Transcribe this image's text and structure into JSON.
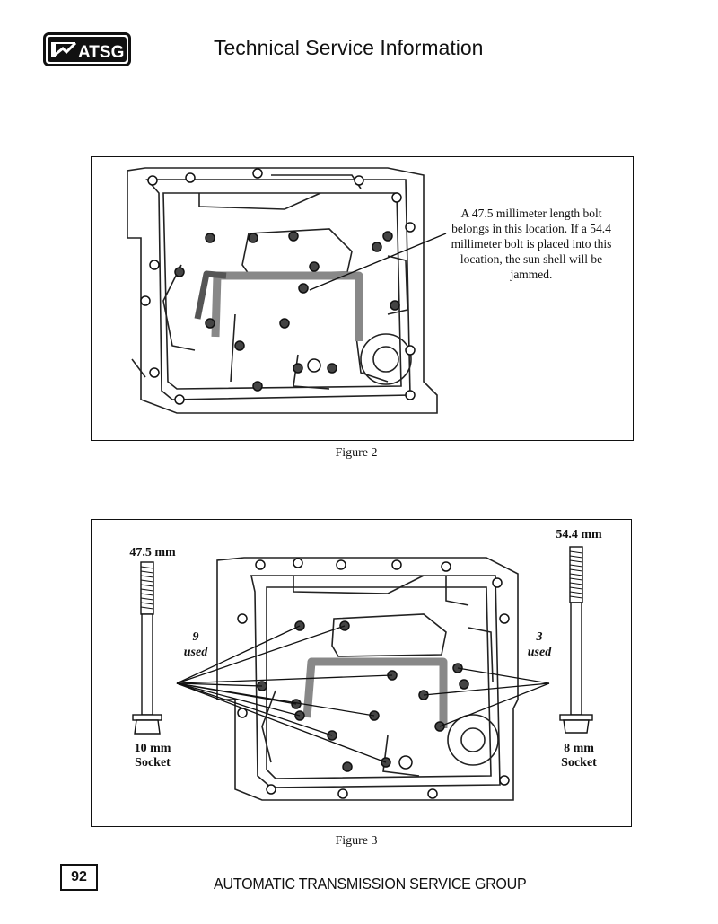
{
  "header": {
    "logo_text": "ATSG",
    "title": "Technical Service Information"
  },
  "figure2": {
    "note": "A 47.5 millimeter length bolt belongs in this location. If a 54.4 millimeter bolt is placed into this location, the sun shell will be jammed.",
    "caption": "Figure 2"
  },
  "figure3": {
    "left_bolt_length": "47.5 mm",
    "right_bolt_length": "54.4 mm",
    "left_count_num": "9",
    "left_count_word": "used",
    "right_count_num": "3",
    "right_count_word": "used",
    "left_socket_size": "10 mm",
    "left_socket_word": "Socket",
    "right_socket_size": "8 mm",
    "right_socket_word": "Socket",
    "caption": "Figure 3"
  },
  "footer": {
    "page_number": "92",
    "text": "AUTOMATIC TRANSMISSION SERVICE GROUP"
  }
}
